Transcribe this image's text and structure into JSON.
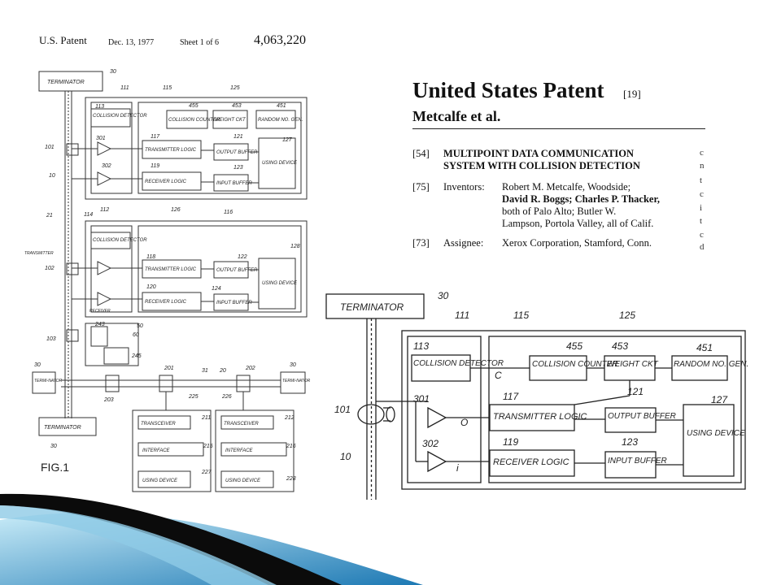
{
  "patent_header": {
    "left": "U.S. Patent",
    "date": "Dec. 13, 1977",
    "sheet": "Sheet 1 of 6",
    "number": "4,063,220"
  },
  "front_page": {
    "title": "United States Patent",
    "ref": "[19]",
    "inventors_short": "Metcalfe et al.",
    "entries": [
      {
        "code": "[54]",
        "label": "",
        "lines": [
          "MULTIPOINT DATA COMMUNICATION",
          "SYSTEM WITH COLLISION DETECTION"
        ]
      },
      {
        "code": "[75]",
        "label": "Inventors:",
        "lines": [
          "Robert M. Metcalfe, Woodside;",
          "David R. Boggs; Charles P. Thacker,",
          "both of Palo Alto; Butler W.",
          "Lampson, Portola Valley, all of Calif."
        ]
      },
      {
        "code": "[73]",
        "label": "Assignee:",
        "lines": [
          "Xerox Corporation, Stamford, Conn."
        ]
      }
    ],
    "cut_letters": [
      "c",
      "n",
      "t",
      "c",
      "i",
      "t",
      "c",
      "d"
    ]
  },
  "figure_small": {
    "fig_label": "FIG.1",
    "terminators": [
      "TERMINATOR",
      "TERMINATOR",
      "TERMI-NATOR",
      "TERMI-NATOR"
    ],
    "units": [
      {
        "collision": "COLLISION DETECTOR",
        "counter": "COLLISION COUNTER",
        "weight": "WEIGHT CKT",
        "random": "RANDOM NO. GEN.",
        "tx": "TRANSMITTER LOGIC",
        "rx": "RECEIVER LOGIC",
        "outbuf": "OUTPUT BUFFER",
        "inbuf": "INPUT BUFFER",
        "device": "USING DEVICE"
      },
      {
        "collision": "COLLISION DETECTOR",
        "tx": "TRANSMITTER LOGIC",
        "rx": "RECEIVER LOGIC",
        "outbuf": "OUTPUT BUFFER",
        "inbuf": "INPUT BUFFER",
        "device": "USING DEVICE"
      }
    ],
    "lower_units": [
      {
        "transceiver": "TRANSCEIVER",
        "interface": "INTERFACE",
        "device": "USING DEVICE"
      },
      {
        "transceiver": "TRANSCEIVER",
        "interface": "INTERFACE",
        "device": "USING DEVICE"
      }
    ],
    "side_labels": [
      "TRANSMITTER",
      "RECEIVER"
    ],
    "refs": [
      "30",
      "111",
      "115",
      "125",
      "113",
      "455",
      "453",
      "451",
      "101",
      "301",
      "117",
      "121",
      "127",
      "10",
      "302",
      "119",
      "123",
      "21",
      "114",
      "112",
      "126",
      "116",
      "128",
      "102",
      "118",
      "122",
      "120",
      "124",
      "243",
      "50",
      "60",
      "103",
      "245",
      "201",
      "31",
      "20",
      "202",
      "30",
      "30",
      "203",
      "225",
      "226",
      "211",
      "212",
      "215",
      "216",
      "227",
      "228",
      "30"
    ]
  },
  "figure_zoom": {
    "terminator": "TERMINATOR",
    "collision": "COLLISION DETECTOR",
    "counter": "COLLISION COUNTER",
    "weight": "WEIGHT CKT",
    "random": "RANDOM NO. GEN.",
    "tx": "TRANSMITTER LOGIC",
    "rx": "RECEIVER LOGIC",
    "outbuf": "OUTPUT BUFFER",
    "inbuf": "INPUT BUFFER",
    "device": "USING DEVICE",
    "refs": [
      "30",
      "111",
      "115",
      "125",
      "113",
      "455",
      "453",
      "451",
      "101",
      "301",
      "117",
      "121",
      "127",
      "10",
      "302",
      "119",
      "123",
      "C",
      "O",
      "i"
    ]
  },
  "colors": {
    "accent_blue": "#2b7bb9",
    "light_blue": "#9fd3ee",
    "dark_band": "#0b0b0b"
  }
}
